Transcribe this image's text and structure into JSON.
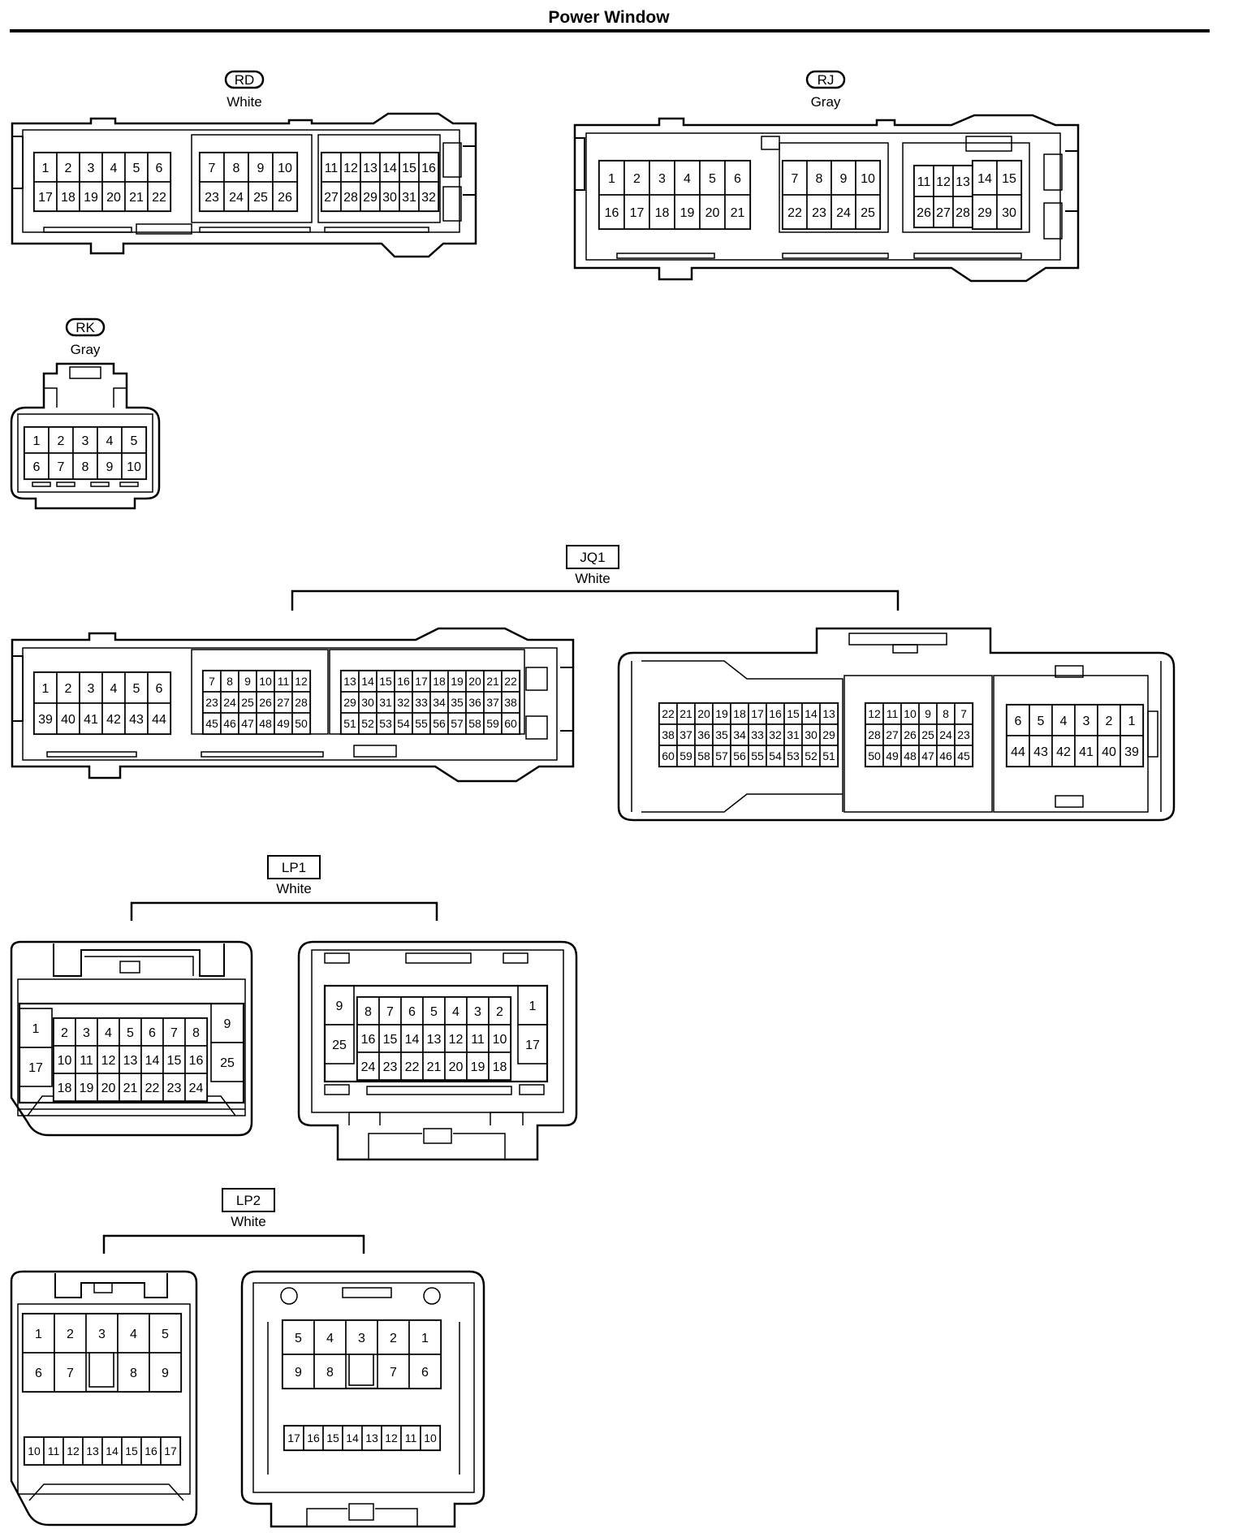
{
  "page": {
    "title": "Power Window"
  },
  "connectors": {
    "RD": {
      "code": "RD",
      "color": "White",
      "tag_shape": "rounded",
      "blocks": [
        {
          "rows": [
            [
              "1",
              "2",
              "3",
              "4",
              "5",
              "6"
            ],
            [
              "17",
              "18",
              "19",
              "20",
              "21",
              "22"
            ]
          ]
        },
        {
          "rows": [
            [
              "7",
              "8",
              "9",
              "10"
            ],
            [
              "23",
              "24",
              "25",
              "26"
            ]
          ]
        },
        {
          "rows": [
            [
              "11",
              "12",
              "13",
              "14",
              "15",
              "16"
            ],
            [
              "27",
              "28",
              "29",
              "30",
              "31",
              "32"
            ]
          ]
        }
      ]
    },
    "RJ": {
      "code": "RJ",
      "color": "Gray",
      "tag_shape": "rounded",
      "blocks": [
        {
          "rows": [
            [
              "1",
              "2",
              "3",
              "4",
              "5",
              "6"
            ],
            [
              "16",
              "17",
              "18",
              "19",
              "20",
              "21"
            ]
          ]
        },
        {
          "rows": [
            [
              "7",
              "8",
              "9",
              "10"
            ],
            [
              "22",
              "23",
              "24",
              "25"
            ]
          ]
        },
        {
          "rows": [
            [
              "11",
              "12",
              "13"
            ],
            [
              "26",
              "27",
              "28"
            ]
          ]
        },
        {
          "rows": [
            [
              "14",
              "15"
            ],
            [
              "29",
              "30"
            ]
          ]
        }
      ]
    },
    "RK": {
      "code": "RK",
      "color": "Gray",
      "tag_shape": "rounded",
      "blocks": [
        {
          "rows": [
            [
              "1",
              "2",
              "3",
              "4",
              "5"
            ],
            [
              "6",
              "7",
              "8",
              "9",
              "10"
            ]
          ]
        }
      ]
    },
    "JQ1": {
      "code": "JQ1",
      "color": "White",
      "tag_shape": "box",
      "left": [
        {
          "rows": [
            [
              "1",
              "2",
              "3",
              "4",
              "5",
              "6"
            ],
            [
              "39",
              "40",
              "41",
              "42",
              "43",
              "44"
            ]
          ]
        },
        {
          "rows": [
            [
              "7",
              "8",
              "9",
              "10",
              "11",
              "12"
            ],
            [
              "23",
              "24",
              "25",
              "26",
              "27",
              "28"
            ],
            [
              "45",
              "46",
              "47",
              "48",
              "49",
              "50"
            ]
          ]
        },
        {
          "rows": [
            [
              "13",
              "14",
              "15",
              "16",
              "17",
              "18",
              "19",
              "20",
              "21",
              "22"
            ],
            [
              "29",
              "30",
              "31",
              "32",
              "33",
              "34",
              "35",
              "36",
              "37",
              "38"
            ],
            [
              "51",
              "52",
              "53",
              "54",
              "55",
              "56",
              "57",
              "58",
              "59",
              "60"
            ]
          ]
        }
      ],
      "right": [
        {
          "rows": [
            [
              "22",
              "21",
              "20",
              "19",
              "18",
              "17",
              "16",
              "15",
              "14",
              "13"
            ],
            [
              "38",
              "37",
              "36",
              "35",
              "34",
              "33",
              "32",
              "31",
              "30",
              "29"
            ],
            [
              "60",
              "59",
              "58",
              "57",
              "56",
              "55",
              "54",
              "53",
              "52",
              "51"
            ]
          ]
        },
        {
          "rows": [
            [
              "12",
              "11",
              "10",
              "9",
              "8",
              "7"
            ],
            [
              "28",
              "27",
              "26",
              "25",
              "24",
              "23"
            ],
            [
              "50",
              "49",
              "48",
              "47",
              "46",
              "45"
            ]
          ]
        },
        {
          "rows": [
            [
              "6",
              "5",
              "4",
              "3",
              "2",
              "1"
            ],
            [
              "44",
              "43",
              "42",
              "41",
              "40",
              "39"
            ]
          ]
        }
      ]
    },
    "LP1": {
      "code": "LP1",
      "color": "White",
      "tag_shape": "box",
      "left": {
        "left_col": [
          "1",
          "17"
        ],
        "middle": [
          [
            "2",
            "3",
            "4",
            "5",
            "6",
            "7",
            "8"
          ],
          [
            "10",
            "11",
            "12",
            "13",
            "14",
            "15",
            "16"
          ],
          [
            "18",
            "19",
            "20",
            "21",
            "22",
            "23",
            "24"
          ]
        ],
        "right_col": [
          "9",
          "25"
        ]
      },
      "right": {
        "left_col": [
          "9",
          "25"
        ],
        "middle": [
          [
            "8",
            "7",
            "6",
            "5",
            "4",
            "3",
            "2"
          ],
          [
            "16",
            "15",
            "14",
            "13",
            "12",
            "11",
            "10"
          ],
          [
            "24",
            "23",
            "22",
            "21",
            "20",
            "19",
            "18"
          ]
        ],
        "right_col": [
          "1",
          "17"
        ]
      }
    },
    "LP2": {
      "code": "LP2",
      "color": "White",
      "tag_shape": "box",
      "left": {
        "rows": [
          [
            "1",
            "2",
            "3",
            "4",
            "5"
          ],
          [
            "6",
            "7",
            "",
            "8",
            "9"
          ]
        ],
        "bottom": [
          "10",
          "11",
          "12",
          "13",
          "14",
          "15",
          "16",
          "17"
        ]
      },
      "right": {
        "rows": [
          [
            "5",
            "4",
            "3",
            "2",
            "1"
          ],
          [
            "9",
            "8",
            "",
            "7",
            "6"
          ]
        ],
        "bottom": [
          "17",
          "16",
          "15",
          "14",
          "13",
          "12",
          "11",
          "10"
        ]
      }
    }
  }
}
